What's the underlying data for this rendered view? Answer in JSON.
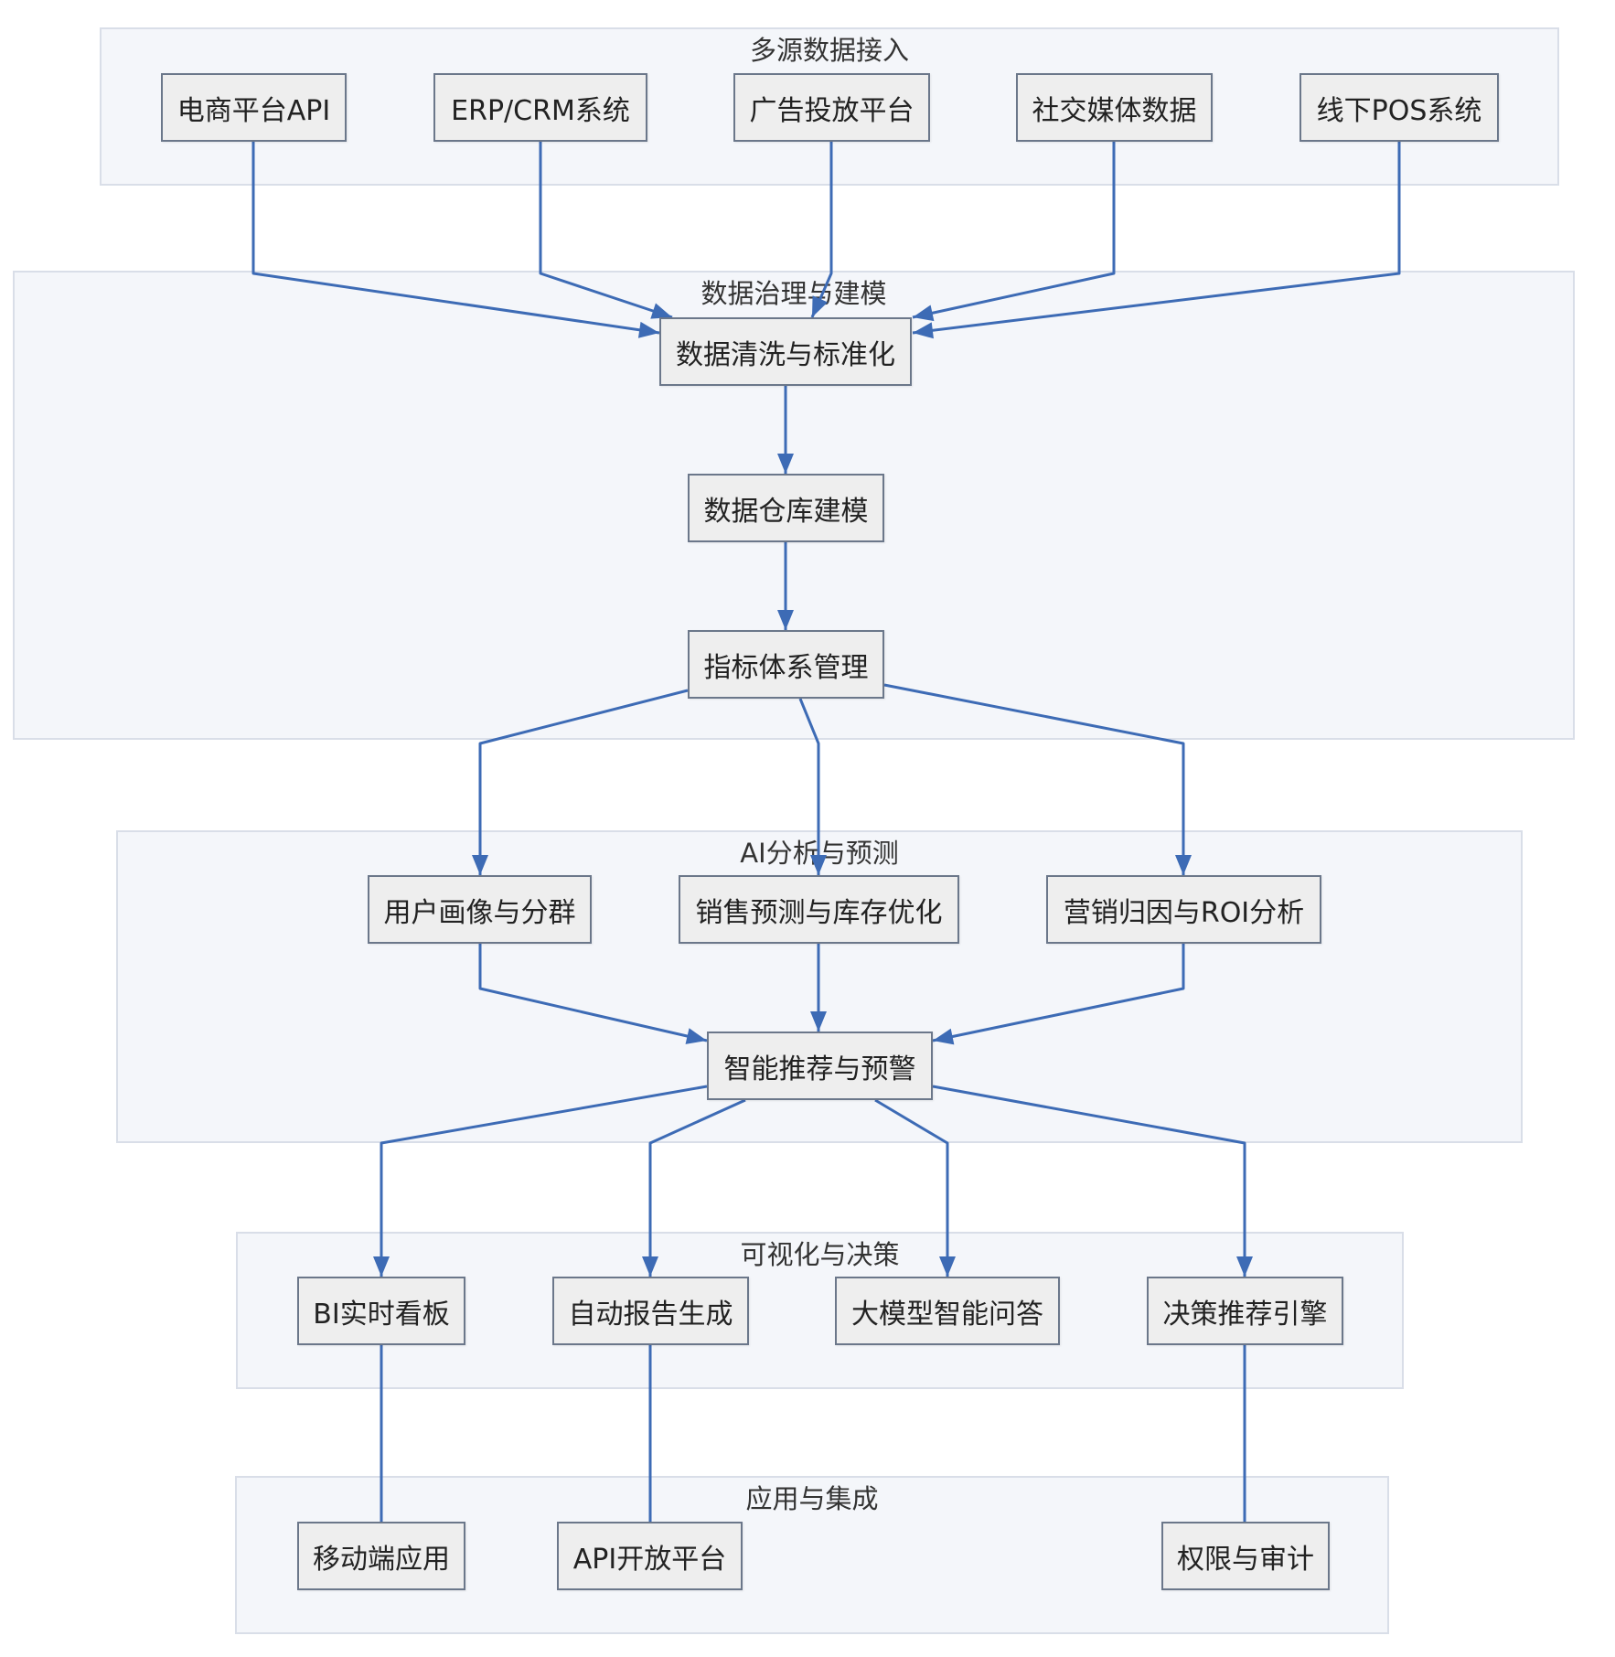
{
  "diagram": {
    "edge_color": "#3d6bb5",
    "groups": {
      "ingest": "多源数据接入",
      "governance": "数据治理与建模",
      "ai": "AI分析与预测",
      "viz": "可视化与决策",
      "apps": "应用与集成"
    },
    "nodes": {
      "ecommerce_api": "电商平台API",
      "erp_crm": "ERP/CRM系统",
      "ad_platform": "广告投放平台",
      "social_data": "社交媒体数据",
      "offline_pos": "线下POS系统",
      "data_cleaning": "数据清洗与标准化",
      "dw_modeling": "数据仓库建模",
      "metrics_mgmt": "指标体系管理",
      "user_profile": "用户画像与分群",
      "sales_forecast": "销售预测与库存优化",
      "marketing_roi": "营销归因与ROI分析",
      "smart_reco": "智能推荐与预警",
      "bi_dashboard": "BI实时看板",
      "auto_report": "自动报告生成",
      "llm_qa": "大模型智能问答",
      "decision_engine": "决策推荐引擎",
      "mobile_app": "移动端应用",
      "open_api": "API开放平台",
      "permission_audit": "权限与审计"
    },
    "edges": [
      {
        "from": "ecommerce_api",
        "to": "data_cleaning",
        "arrow": true
      },
      {
        "from": "erp_crm",
        "to": "data_cleaning",
        "arrow": true
      },
      {
        "from": "ad_platform",
        "to": "data_cleaning",
        "arrow": true
      },
      {
        "from": "social_data",
        "to": "data_cleaning",
        "arrow": true
      },
      {
        "from": "offline_pos",
        "to": "data_cleaning",
        "arrow": true
      },
      {
        "from": "data_cleaning",
        "to": "dw_modeling",
        "arrow": true
      },
      {
        "from": "dw_modeling",
        "to": "metrics_mgmt",
        "arrow": true
      },
      {
        "from": "metrics_mgmt",
        "to": "user_profile",
        "arrow": true
      },
      {
        "from": "metrics_mgmt",
        "to": "sales_forecast",
        "arrow": true
      },
      {
        "from": "metrics_mgmt",
        "to": "marketing_roi",
        "arrow": true
      },
      {
        "from": "user_profile",
        "to": "smart_reco",
        "arrow": true
      },
      {
        "from": "sales_forecast",
        "to": "smart_reco",
        "arrow": true
      },
      {
        "from": "marketing_roi",
        "to": "smart_reco",
        "arrow": true
      },
      {
        "from": "smart_reco",
        "to": "bi_dashboard",
        "arrow": true
      },
      {
        "from": "smart_reco",
        "to": "auto_report",
        "arrow": true
      },
      {
        "from": "smart_reco",
        "to": "llm_qa",
        "arrow": true
      },
      {
        "from": "smart_reco",
        "to": "decision_engine",
        "arrow": true
      },
      {
        "from": "bi_dashboard",
        "to": "mobile_app",
        "arrow": false
      },
      {
        "from": "auto_report",
        "to": "open_api",
        "arrow": false
      },
      {
        "from": "decision_engine",
        "to": "permission_audit",
        "arrow": false
      }
    ]
  }
}
